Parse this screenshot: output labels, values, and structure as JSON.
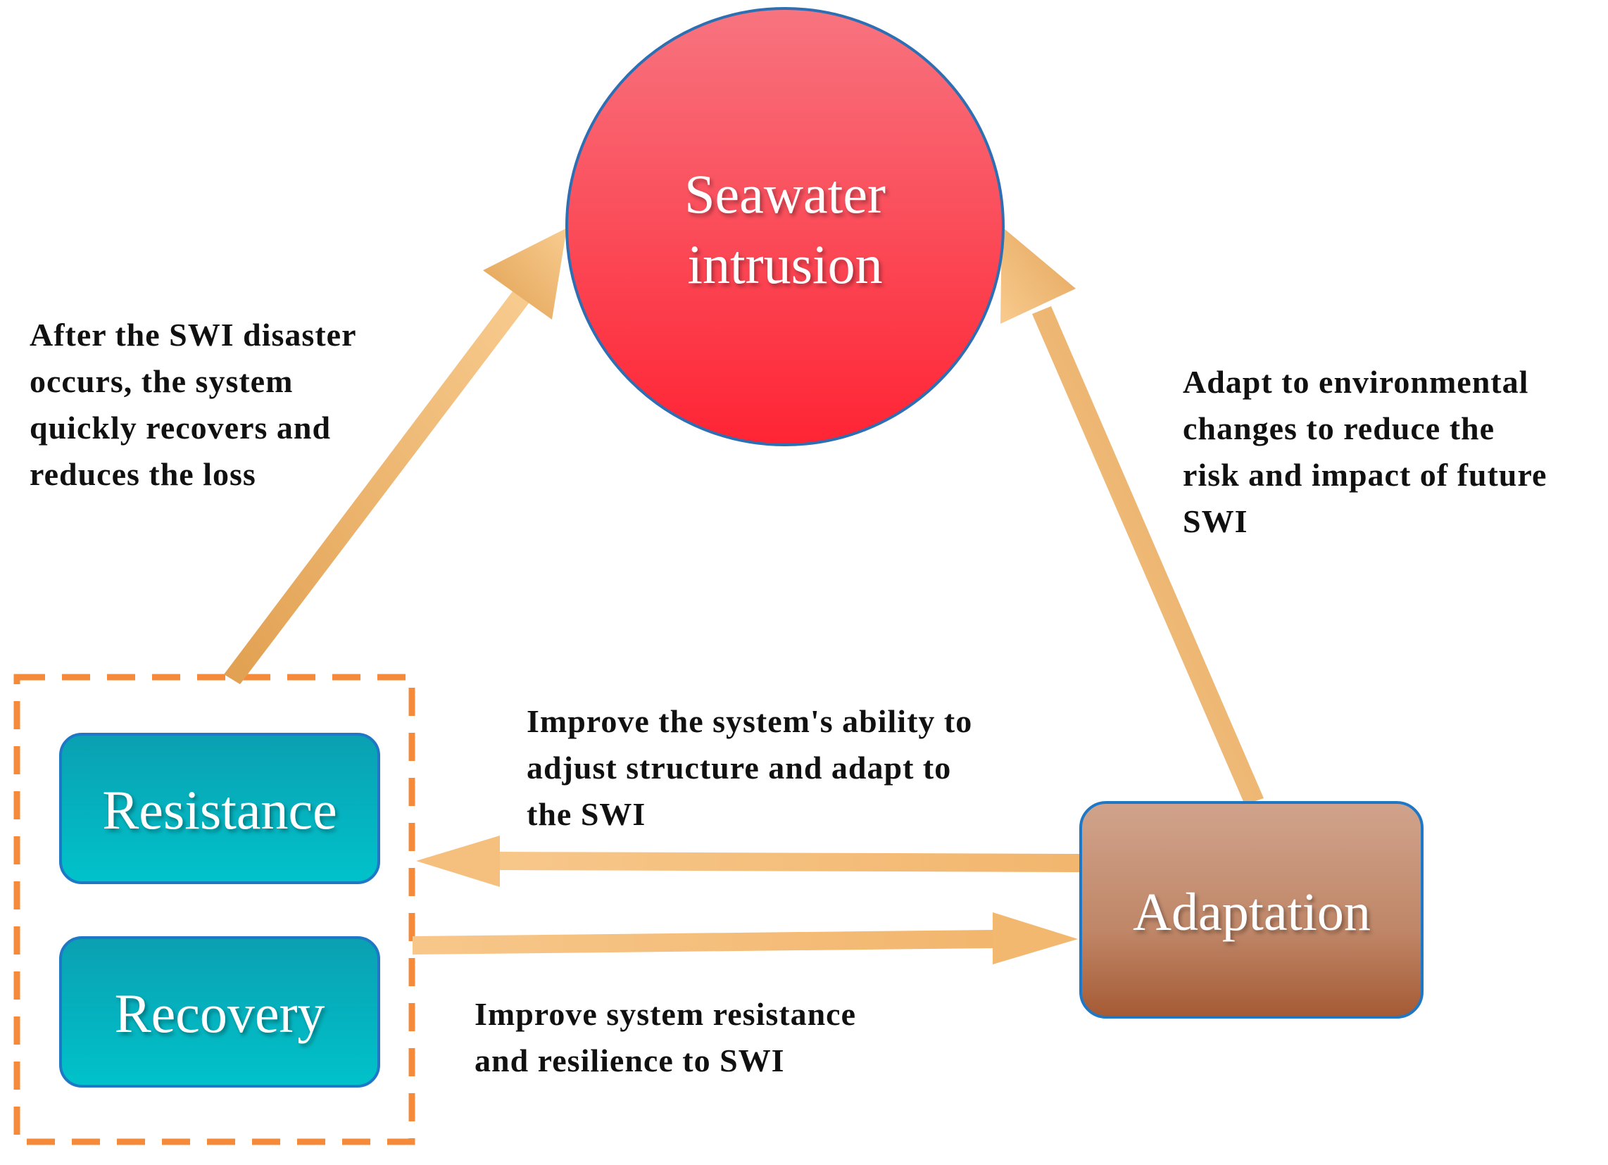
{
  "nodes": {
    "seawater": {
      "lines": [
        "Seawater",
        "intrusion"
      ]
    },
    "resistance": {
      "label": "Resistance"
    },
    "recovery": {
      "label": "Recovery"
    },
    "adaptation": {
      "label": "Adaptation"
    }
  },
  "captions": {
    "recovery_to_swi": [
      "After the SWI disaster",
      "occurs, the system",
      "quickly recovers and",
      "reduces the loss"
    ],
    "adaptation_to_swi": [
      "Adapt to environmental",
      "changes to reduce the",
      "risk and impact of future",
      "SWI"
    ],
    "adaptation_to_group": [
      "Improve the system's ability to",
      "adjust structure and adapt to",
      "the SWI"
    ],
    "group_to_adaptation": [
      "Improve system resistance",
      "and resilience to SWI"
    ]
  },
  "colors": {
    "circle_top": "#f7747f",
    "circle_bottom": "#ff2434",
    "circle_stroke": "#2e6fb3",
    "teal_top": "#0aa3b4",
    "teal_bottom": "#00c0c8",
    "teal_stroke": "#1e78c6",
    "brown_top": "#cfa088",
    "brown_bottom": "#a85d38",
    "brown_stroke": "#1e78c6",
    "arrow_light": "#f7c98c",
    "arrow_dark": "#e0a055",
    "dash": "#f58a3a"
  }
}
